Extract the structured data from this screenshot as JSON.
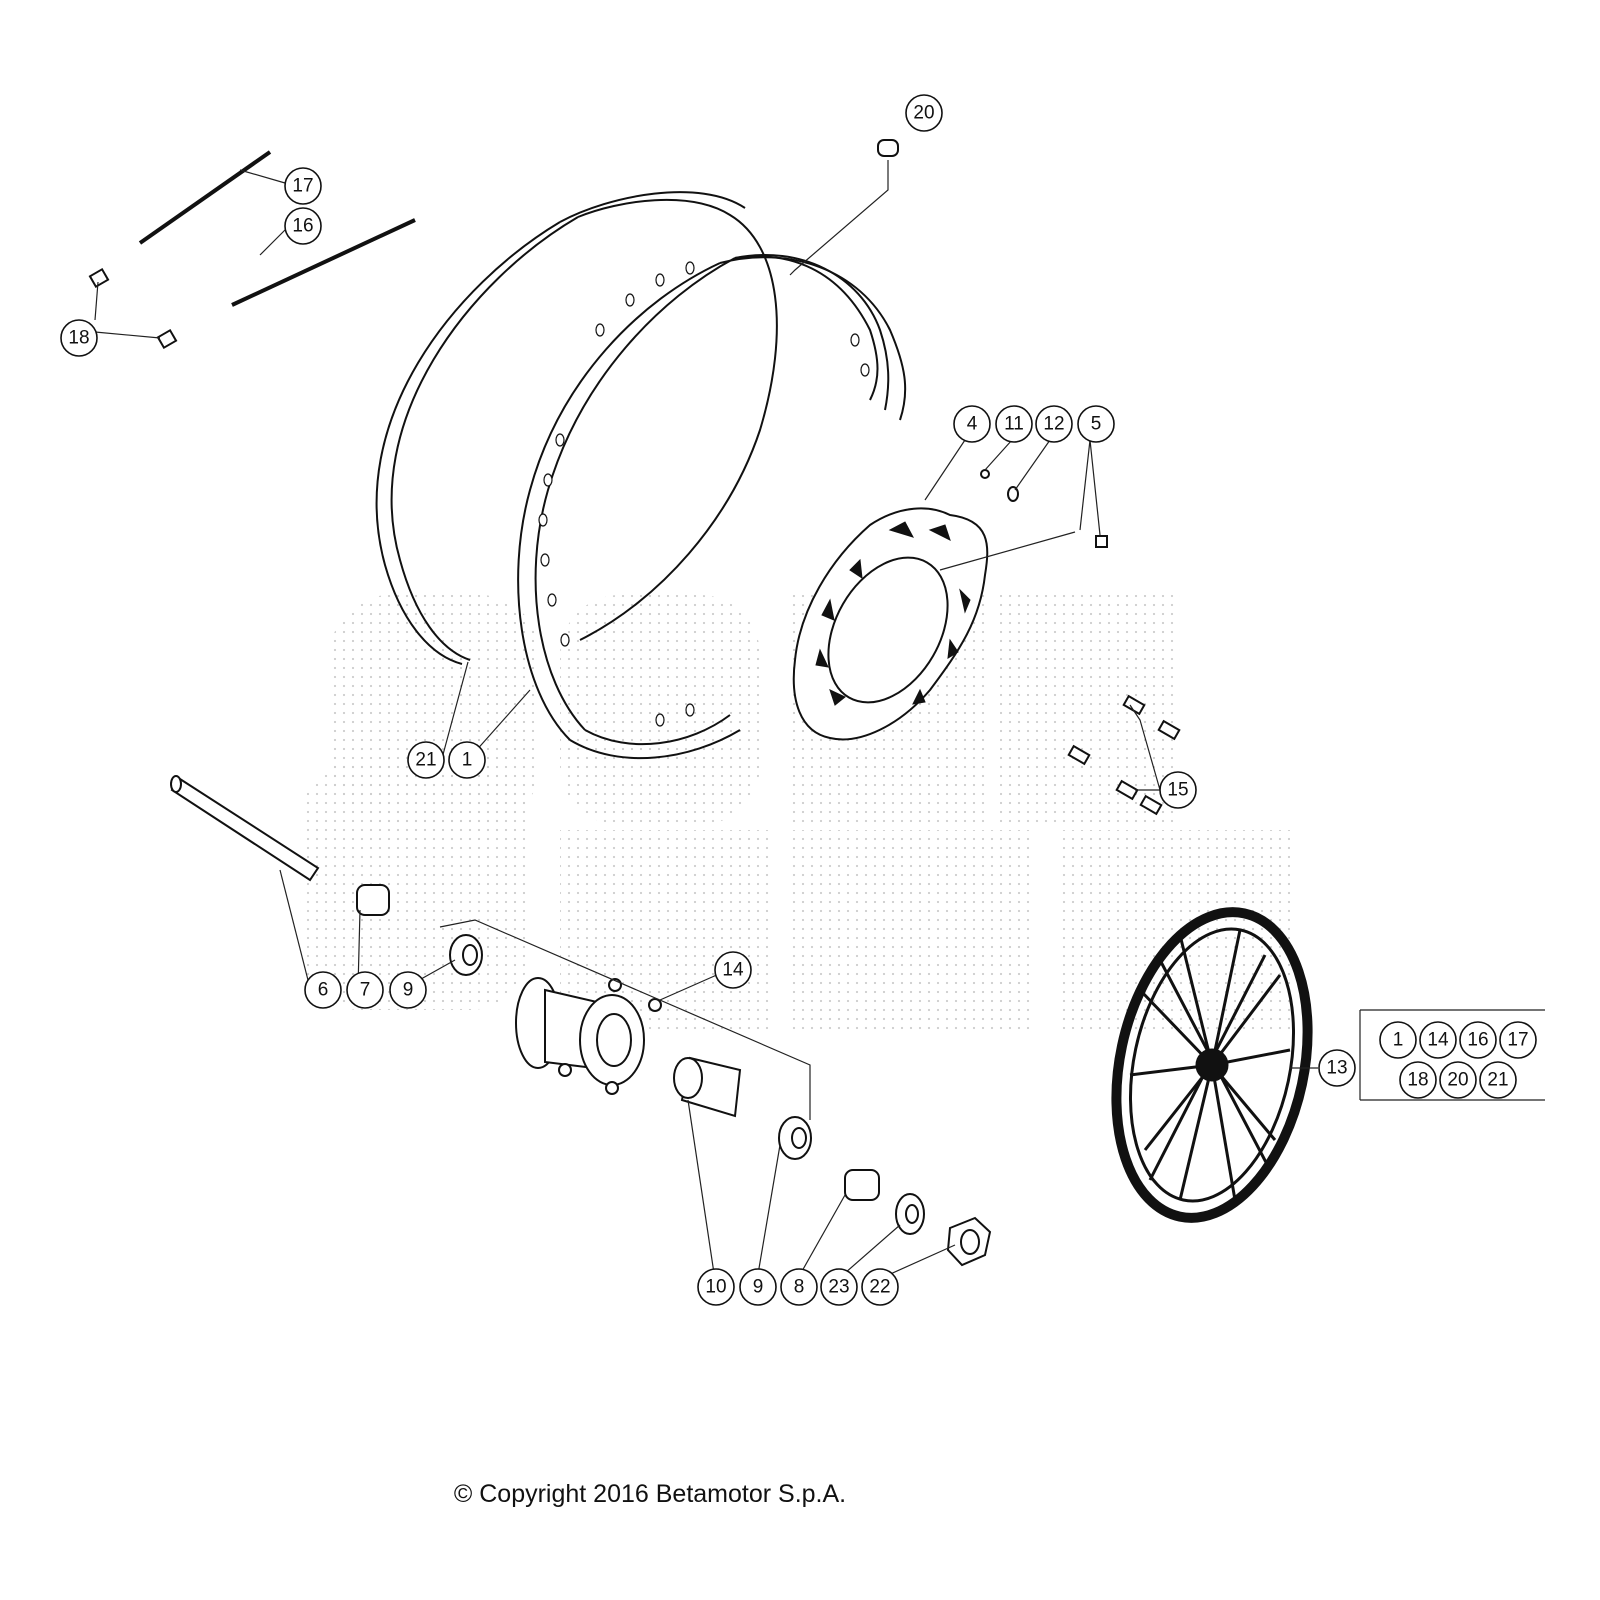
{
  "diagram": {
    "callouts": [
      "20",
      "17",
      "16",
      "18",
      "4",
      "11",
      "12",
      "5",
      "21",
      "1",
      "15",
      "6",
      "7",
      "9",
      "14",
      "13",
      "10",
      "9",
      "8",
      "23",
      "22"
    ],
    "kit_box": {
      "row1": [
        "1",
        "14",
        "16",
        "17"
      ],
      "row2": [
        "18",
        "20",
        "21"
      ]
    }
  },
  "footer": {
    "copyright": "© Copyright 2016 Betamotor S.p.A."
  }
}
